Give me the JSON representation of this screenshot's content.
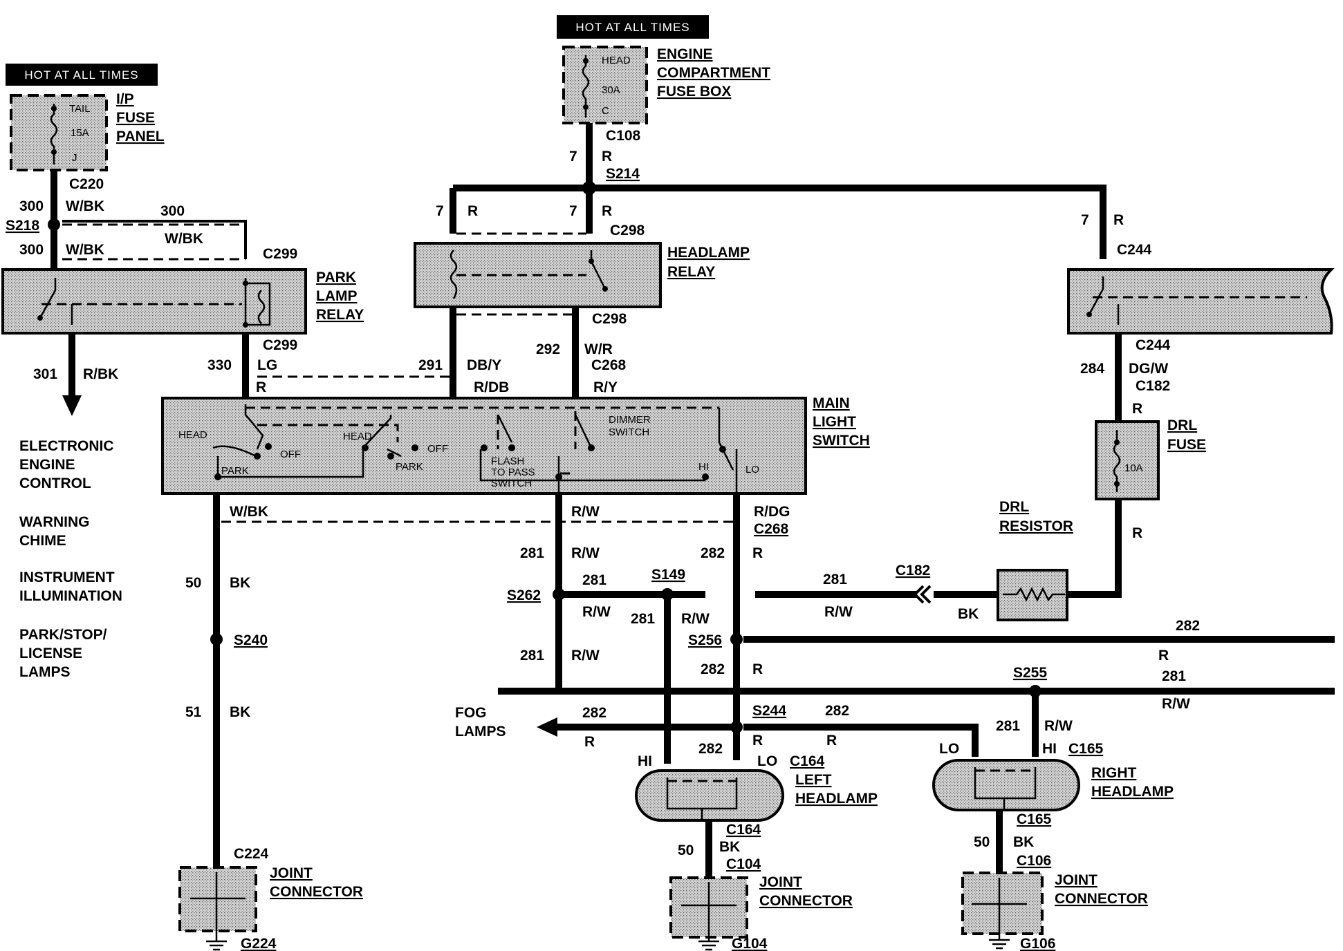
{
  "hot_labels": [
    "HOT AT ALL TIMES",
    "HOT AT ALL TIMES"
  ],
  "components": {
    "ip_fuse_panel": [
      "I/P",
      "FUSE",
      "PANEL"
    ],
    "ip_fuse_inner": [
      "TAIL",
      "15A",
      "J"
    ],
    "engine_fuse_box": [
      "ENGINE",
      "COMPARTMENT",
      "FUSE BOX"
    ],
    "engine_fuse_inner": [
      "HEAD",
      "30A",
      "C"
    ],
    "park_lamp_relay": [
      "PARK",
      "LAMP",
      "RELAY"
    ],
    "headlamp_relay": [
      "HEADLAMP",
      "RELAY"
    ],
    "main_light_switch": [
      "MAIN",
      "LIGHT",
      "SWITCH"
    ],
    "main_switch_inner": {
      "head1": "HEAD",
      "off1": "OFF",
      "park1": "PARK",
      "head2": "HEAD",
      "off2": "OFF",
      "park2": "PARK",
      "flash": [
        "FLASH",
        "TO PASS",
        "SWITCH"
      ],
      "dimmer": [
        "DIMMER",
        "SWITCH"
      ],
      "hi": "HI",
      "lo": "LO"
    },
    "drl_fuse": [
      "DRL",
      "FUSE"
    ],
    "drl_fuse_inner": "10A",
    "drl_resistor": [
      "DRL",
      "RESISTOR"
    ],
    "left_headlamp": [
      "LEFT",
      "HEADLAMP"
    ],
    "right_headlamp": [
      "RIGHT",
      "HEADLAMP"
    ],
    "joint_connectors": [
      [
        "JOINT",
        "CONNECTOR"
      ],
      [
        "JOINT",
        "CONNECTOR"
      ],
      [
        "JOINT",
        "CONNECTOR"
      ]
    ],
    "fog_lamps": [
      "FOG",
      "LAMPS"
    ]
  },
  "left_outputs": [
    "ELECTRONIC",
    "ENGINE",
    "CONTROL",
    "WARNING",
    "CHIME",
    "INSTRUMENT",
    "ILLUMINATION",
    "PARK/STOP/",
    "LICENSE",
    "LAMPS"
  ],
  "connectors": {
    "c220": "C220",
    "s218": "S218",
    "c299a": "C299",
    "c299b": "C299",
    "c108": "C108",
    "s214": "S214",
    "c298a": "C298",
    "c298b": "C298",
    "c244a": "C244",
    "c244b": "C244",
    "c182a": "C182",
    "c182b": "C182",
    "c268a": "C268",
    "c268b": "C268",
    "s262": "S262",
    "s149": "S149",
    "s256": "S256",
    "s255": "S255",
    "s244": "S244",
    "s240": "S240",
    "c164a": "C164",
    "c164b": "C164",
    "c165a": "C165",
    "c165b": "C165",
    "c104": "C104",
    "c106": "C106",
    "c224": "C224",
    "g224": "G224",
    "g104": "G104",
    "g106": "G106"
  },
  "wires": {
    "w300a": "300",
    "w300a_col": "W/BK",
    "w300b": "300",
    "w300b_col": "W/BK",
    "w300c": "300",
    "w300c_col": "W/BK",
    "w301": "301",
    "w301_col": "R/BK",
    "w330": "330",
    "w330_col": "LG",
    "w330_r": "R",
    "w7a": "7",
    "w7a_col": "R",
    "w7b": "7",
    "w7b_col": "R",
    "w7c": "7",
    "w7c_col": "R",
    "w7d": "7",
    "w7d_col": "R",
    "w291": "291",
    "w291_col": "DB/Y",
    "w291_rdb": "R/DB",
    "w292": "292",
    "w292_col": "W/R",
    "w292_ry": "R/Y",
    "w284": "284",
    "w284_col": "DG/W",
    "drl_r1": "R",
    "drl_r2": "R",
    "wbk": "W/BK",
    "rw_main": "R/W",
    "rdg_main": "R/DG",
    "w50a": "50",
    "w50a_col": "BK",
    "w51": "51",
    "w51_col": "BK",
    "w281a": "281",
    "w281a_col": "R/W",
    "w282a": "282",
    "w282a_col": "R",
    "w281b": "281",
    "w281b_col": "R/W",
    "w281c": "281",
    "w281c_col": "R/W",
    "w281d": "281",
    "w281d_col": "R/W",
    "w281e": "281",
    "w281e_col": "R/W",
    "res_bk": "BK",
    "w282b": "282",
    "w282b_col": "R",
    "w281f": "281",
    "w281f_col": "R/W",
    "w282c": "282",
    "w282c_col": "R",
    "w281g": "281",
    "w281g_col": "R/W",
    "w282d": "282",
    "w282d_col": "R",
    "w282e": "282",
    "w282e_col": "R",
    "w282f": "282",
    "w282f_col": "R",
    "w282g": "282",
    "w281h": "281",
    "w281h_col": "R/W",
    "lhi": "HI",
    "llo": "LO",
    "rlo": "LO",
    "rhi": "HI",
    "w50b": "50",
    "w50b_col": "BK",
    "w50c": "50",
    "w50c_col": "BK"
  }
}
